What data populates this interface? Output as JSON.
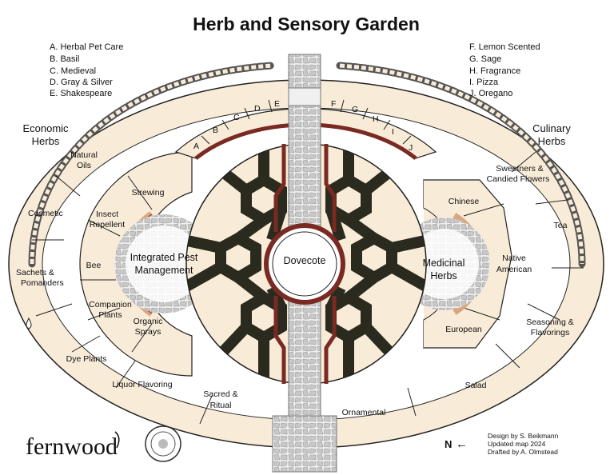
{
  "title": "Herb and Sensory Garden",
  "legend_left": [
    "A. Herbal Pet Care",
    "B.  Basil",
    "C.  Medieval",
    "D. Gray & Silver",
    "E. Shakespeare"
  ],
  "legend_right": [
    "F.  Lemon Scented",
    "G. Sage",
    "H. Fragrance",
    "I.  Pizza",
    "J. Oregano"
  ],
  "arc_letters": [
    "A",
    "B",
    "C",
    "D",
    "E",
    "F",
    "G",
    "H",
    "I",
    "J"
  ],
  "regions": {
    "economic": [
      "Economic",
      "Herbs"
    ],
    "culinary": [
      "Culinary",
      "Herbs"
    ],
    "pest": [
      "Integrated Pest",
      "Management"
    ],
    "dovecote": "Dovecote",
    "medicinal": [
      "Medicinal",
      "Herbs"
    ]
  },
  "beds": {
    "natural_oils": [
      "Natural",
      "Oils"
    ],
    "cosmetic": "Cosmetic",
    "sachets": [
      "Sachets &",
      "Pomanders"
    ],
    "dye": "Dye Plants",
    "liquor": "Liquor Flavoring",
    "sacred": [
      "Sacred &",
      "Ritual"
    ],
    "ornamental": "Ornamental",
    "salad": "Salad",
    "seasoning": [
      "Seasoning &",
      "Flavorings"
    ],
    "tea": "Tea",
    "sweeteners": [
      "Sweetners &",
      "Candied Flowers"
    ],
    "strewing": "Strewing",
    "insect": [
      "Insect",
      "Repellent"
    ],
    "bee": "Bee",
    "companion": [
      "Companion",
      "Plants"
    ],
    "organic": [
      "Organic",
      "Sprays"
    ],
    "chinese": "Chinese",
    "native": [
      "Native",
      "American"
    ],
    "european": "European"
  },
  "logo_text": "fernwood",
  "north_label": "N",
  "north_arrow": "←",
  "credits": [
    "Design by S. Beikmann",
    "Updated map 2024",
    "Drafted by A. Olmstead"
  ],
  "colors": {
    "bed": "#f8ecd8",
    "path": "#ffffff",
    "stone": "#d9d9d9",
    "dark": "#2a2a1e",
    "rim": "#7a2a22",
    "tan": "#dca57e"
  }
}
